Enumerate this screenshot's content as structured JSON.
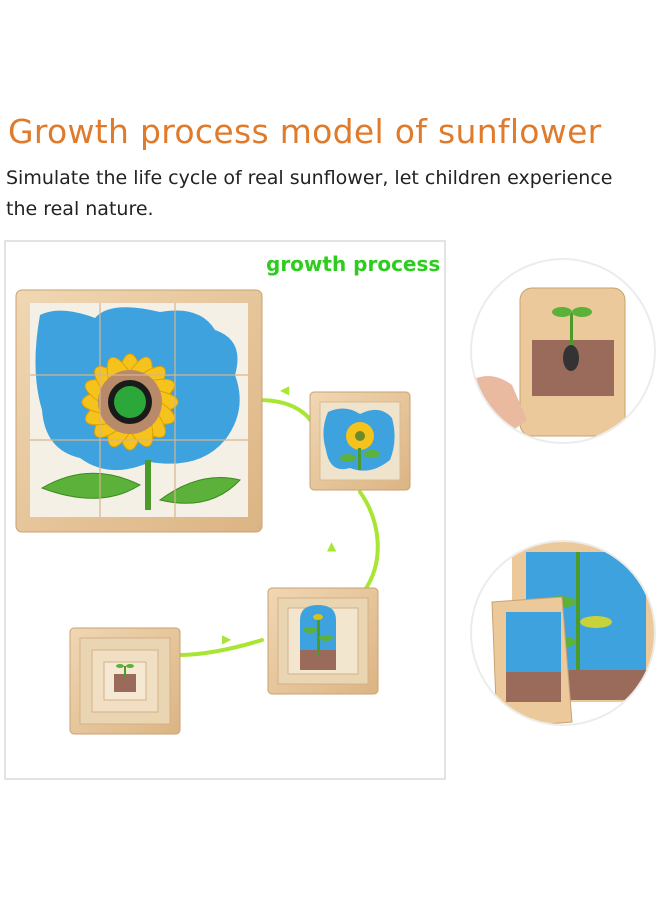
{
  "header": {
    "title": "Growth process model of sunflower",
    "subtitle": "Simulate the life cycle of real sunflower, let children experience the real nature."
  },
  "diagram": {
    "label": "growth process",
    "stages": [
      "seed-sprout",
      "seedling",
      "budding",
      "full-bloom"
    ]
  },
  "colors": {
    "title": "#e07b2c",
    "label": "#2ecc1f",
    "wood": "#e8c9a0",
    "sky": "#3ea2de",
    "petal": "#f5c31c",
    "connector": "#a8e633"
  }
}
